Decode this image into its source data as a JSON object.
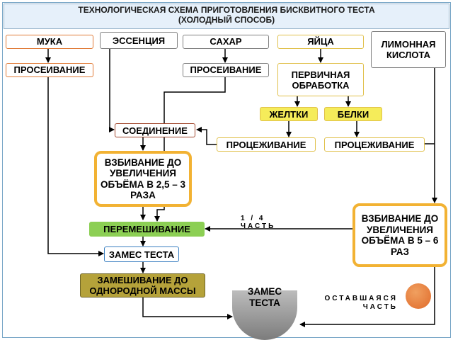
{
  "title": {
    "line1": "ТЕХНОЛОГИЧЕСКАЯ СХЕМА ПРИГОТОВЛЕНИЯ БИСКВИТНОГО ТЕСТА",
    "line2": "(ХОЛОДНЫЙ СПОСОБ)"
  },
  "nodes": {
    "muka": "МУКА",
    "essence": "ЭССЕНЦИЯ",
    "sahar": "САХАР",
    "yaitsa": "ЯЙЦА",
    "limon": "ЛИМОННАЯ КИСЛОТА",
    "proseiv1": "ПРОСЕИВАНИЕ",
    "proseiv2": "ПРОСЕИВАНИЕ",
    "pervichnaya": "ПЕРВИЧНАЯ ОБРАБОТКА",
    "zheltki": "ЖЕЛТКИ",
    "belki": "БЕЛКИ",
    "soedinenie": "СОЕДИНЕНИЕ",
    "procezh1": "ПРОЦЕЖИВАНИЕ",
    "procezh2": "ПРОЦЕЖИВАНИЕ",
    "vzbiv1": "ВЗБИВАНИЕ ДО УВЕЛИЧЕНИЯ ОБЪЁМА В 2,5 – 3 РАЗА",
    "vzbiv2": "ВЗБИВАНИЕ ДО УВЕЛИЧЕНИЯ ОБЪЁМА В 5 – 6 РАЗ",
    "peremesh": "ПЕРЕМЕШИВАНИЕ",
    "zames1": "ЗАМЕС ТЕСТА",
    "zameshiv": "ЗАМЕШИВАНИЕ ДО ОДНОРОДНОЙ МАССЫ",
    "zames2": "ЗАМЕС ТЕСТА"
  },
  "annotations": {
    "quarter": "1 / 4 ЧАСТЬ",
    "remaining": "ОСТАВШАЯСЯ ЧАСТЬ"
  },
  "colors": {
    "orange": "#e07a36",
    "gray": "#808080",
    "yellow": "#f5ec5a",
    "green": "#8ccf54",
    "olive": "#b5a23a",
    "blue": "#3a7fc1"
  }
}
